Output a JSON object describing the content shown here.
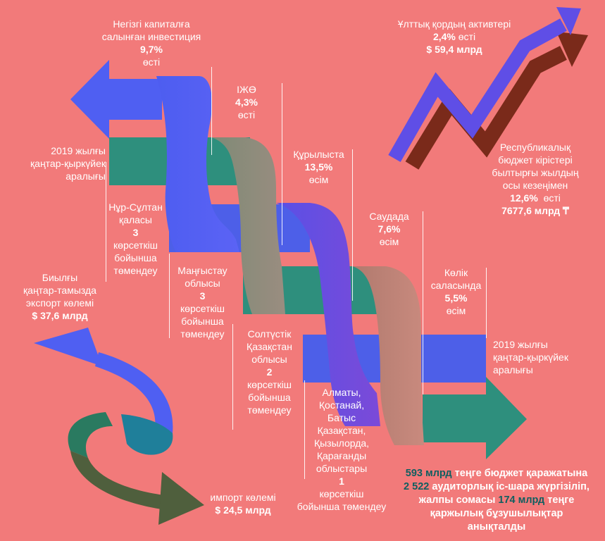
{
  "investment": {
    "line1": "Негізгі капиталға",
    "line2": "салынған инвестиция",
    "value": "9,7%",
    "suffix": "өсті"
  },
  "gdp": {
    "label": "ІЖӨ",
    "value": "4,3%",
    "suffix": "өсті"
  },
  "construction": {
    "label": "Құрылыста",
    "value": "13,5%",
    "suffix": "өсім"
  },
  "trade": {
    "label": "Саудада",
    "value": "7,6%",
    "suffix": "өсім"
  },
  "transport": {
    "line1": "Көлік",
    "line2": "саласында",
    "value": "5,5%",
    "suffix": "өсім"
  },
  "period_left": {
    "line1": "2019 жылғы",
    "line2": "қаңтар-қыркүйек",
    "line3": "аралығы"
  },
  "period_right": {
    "line1": "2019 жылғы",
    "line2": "қаңтар-қыркүйек",
    "line3": "аралығы"
  },
  "national_fund": {
    "label": "Ұлттық қордың активтері",
    "value": "2,4%",
    "suffix": "өсті",
    "amount": "$ 59,4 млрд"
  },
  "budget": {
    "line1": "Республикалық",
    "line2": "бюджет кірістері",
    "line3": "былтырғы жылдың",
    "line4": "осы кезеңімен",
    "value": "12,6%",
    "suffix": "өсті",
    "amount": "7677,6 млрд ₸"
  },
  "nursultan": {
    "line1": "Нұр-Сұлтан",
    "line2": "қаласы",
    "value": "3",
    "line3": "көрсеткіш",
    "line4": "бойынша",
    "line5": "төмендеу"
  },
  "mangystau": {
    "line1": "Маңғыстау",
    "line2": "облысы",
    "value": "3",
    "line3": "көрсеткіш",
    "line4": "бойынша",
    "line5": "төмендеу"
  },
  "north_kz": {
    "line1": "Солтүстік",
    "line2": "Қазақстан",
    "line3": "облысы",
    "value": "2",
    "line4": "көрсеткіш",
    "line5": "бойынша",
    "line6": "төмендеу"
  },
  "almaty_group": {
    "line1": "Алматы,",
    "line2": "Қостанай,",
    "line3": "Батыс",
    "line4": "Қазақстан,",
    "line5": "Қызылорда,",
    "line6": "Қарағанды",
    "line7": "облыстары",
    "value": "1",
    "line8": "көрсеткіш",
    "line9": "бойынша төмендеу"
  },
  "export": {
    "line1": "Биылғы",
    "line2": "қаңтар-тамызда",
    "line3": "экспорт көлемі",
    "amount": "$ 37,6 млрд"
  },
  "import": {
    "label": "импорт көлемі",
    "amount": "$ 24,5  млрд"
  },
  "audit": {
    "l1_bold": "593 млрд",
    "l1_rest": " теңге бюджет қаражатына",
    "l2_bold": "2 522",
    "l2_rest": " аудиторлық іс-шара жүргізіліп,",
    "l3_pre": "жалпы сомасы ",
    "l3_bold": "174 млрд",
    "l3_rest": " теңге",
    "l4": "қаржылық бұзушылықтар",
    "l5": "анықталды"
  },
  "colors": {
    "blue": "#4f5ff2",
    "teal": "#2e8f7d",
    "taupe": "#8e8a78",
    "purple": "#6a4fe0",
    "brown": "#7a2a1a",
    "dark_green": "#4f5f3d",
    "pink_band": "#c98a8a"
  }
}
